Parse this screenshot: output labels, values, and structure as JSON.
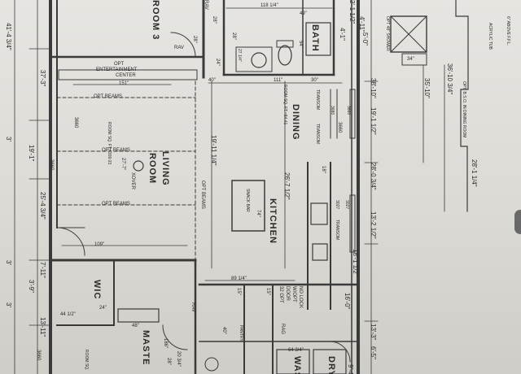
{
  "rooms": {
    "room3": "ROOM 3",
    "bath": "BATH",
    "dining": "DINING",
    "living": "LIVING",
    "living2": "ROOM",
    "kitchen": "KITCHEN",
    "master": "MASTE",
    "wic": "WIC",
    "wash": "WASH",
    "dry": "DRY"
  },
  "notes": {
    "entertainment": "ENTERTAINMENT",
    "entertainment_center": "CENTER",
    "opt": "OPT",
    "opt_beams_top": "OPT BEAMS",
    "opt_beams_mid": "OPT BEAMS",
    "opt_beams_low": "OPT BEAMS",
    "opt_beams_kitchen": "OPT BEAMS",
    "xover": "XOVER",
    "pantry": "PANTRY",
    "rav1": "RAV",
    "rav2": "RAV",
    "rav3": "RAV",
    "rag": "RAG",
    "no_lock": "NO LOCK",
    "w_opt": "W/OPT",
    "door": "DOOR",
    "opt_32": "32 OPT",
    "opt_48": "OPT 48\" SHOWER",
    "transom": "TRANSOM",
    "transom2": "TRANSOM",
    "transom3": "TRANSOM",
    "snack_bar": "SNACK BAR",
    "dining_bsd": "OPT. B.S.O. IN DINING ROOM",
    "ceil": "6\" ABOVE F.F.L.",
    "room_sq_living": "ROOM SQ. FT.=309.03",
    "room_sq_dining": "ROOM SQ. FT.=84.41",
    "room_sq_master": "ROOM SQ.",
    "tub": "ACRYLIC TUB"
  },
  "dims": {
    "d_41_4_3_4": "41'-4 3/4\"",
    "d_37_3": "37'-3\"",
    "d_19_1": "19'-1\"",
    "d_25_4_3_4": "25'-4 3/4\"",
    "d_3660_a": "3660",
    "d_3660_b": "3660",
    "d_3660_c": "3660",
    "d_3660_d": "3660",
    "d_3": "3'",
    "d_3b": "3'",
    "d_3c": "3'",
    "d_7_11": "7'-11\"",
    "d_3_9": "3'-9\"",
    "d_13_11": "13'-11\"",
    "d_118_1_4": "118 1/4\"",
    "d_49": "49\"",
    "d_28a": "28\"",
    "d_28b": "28\"",
    "d_28c": "28\"",
    "d_24a": "24\"",
    "d_24b": "24\"",
    "d_40": "40\"",
    "d_111": "111\"",
    "d_30": "30\"",
    "d_151": "151\"",
    "d_109": "109\"",
    "d_44_1_2": "44 1/2\"",
    "d_48": "48\"",
    "d_89_1_4": "89 1/4\"",
    "d_64_3_4": "64 3/4\"",
    "d_54": "54\"",
    "d_27_1_4": "27 1/4\"",
    "d_19_11_1_4": "19'-11 1/4\"",
    "d_26_7_1_2": "26'-7 1/2\"",
    "d_27_7": "27'-7\"",
    "d_74": "74\"",
    "d_38_10": "38'-10\"",
    "d_19_1_1_2": "19'-1 1/2\"",
    "d_28_0_3_4": "28'-0 3/4\"",
    "d_13_2_1_2": "13'-2 1/2\"",
    "d_18_1_1_2": "18'-1 1/2\"",
    "d_16_0": "16'-0\"",
    "d_13_3": "13'-3\"",
    "d_5_0": "5'-0\"",
    "d_4_1": "4'-1\"",
    "d_4_11": "4'-11\"",
    "d_2_1_2": "2'-1 1/2\"",
    "d_35_10": "35'-10\"",
    "d_36_10_3_4": "36'-10 3/4\"",
    "d_28_1_1_4": "28'-1 1/4\"",
    "d_34": "34\"",
    "d_20_3_4": "20 3/4\"",
    "d_28d": "28\"",
    "d_186": "186\"",
    "d_15a": "15\"",
    "d_15b": "15\"",
    "d_18": "18\"",
    "d_40b": "40\"",
    "d_3027a": "3027",
    "d_3027b": "3027",
    "d_3680": "3680",
    "d_3660_e": "3660",
    "d_6_5": "6'-5\"",
    "d_9_4": "9'-4\""
  }
}
